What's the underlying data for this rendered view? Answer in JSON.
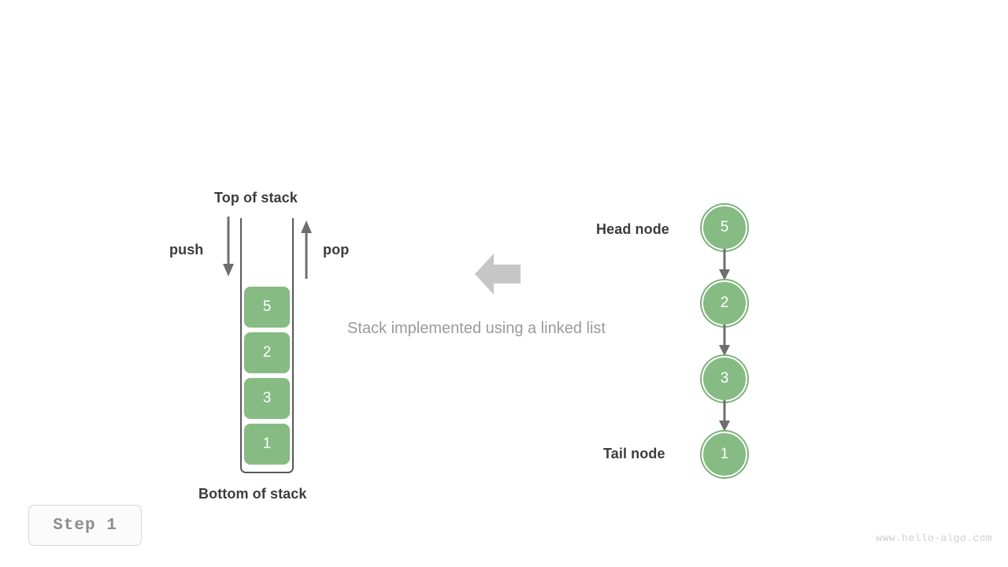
{
  "diagram": {
    "caption": "Stack implemented using a linked list",
    "transition_arrow": {
      "direction": "left",
      "color": "#c6c6c6"
    },
    "colors": {
      "node_fill": "#86bb84",
      "node_ring": "#7ab177",
      "block_fill": "#86bb84",
      "arrow_gray": "#6e6e6e",
      "container_stroke": "#5a5a5a",
      "label_text": "#3c3c3c",
      "caption_text": "#9a9a9a"
    }
  },
  "stack": {
    "top_label": "Top of stack",
    "bottom_label": "Bottom of stack",
    "push_label": "push",
    "pop_label": "pop",
    "blocks": [
      {
        "value": "5"
      },
      {
        "value": "2"
      },
      {
        "value": "3"
      },
      {
        "value": "1"
      }
    ]
  },
  "linked_list": {
    "head_label": "Head node",
    "tail_label": "Tail node",
    "nodes": [
      {
        "value": "5"
      },
      {
        "value": "2"
      },
      {
        "value": "3"
      },
      {
        "value": "1"
      }
    ]
  },
  "footer": {
    "step_label": "Step 1",
    "watermark": "www.hello-algo.com"
  }
}
